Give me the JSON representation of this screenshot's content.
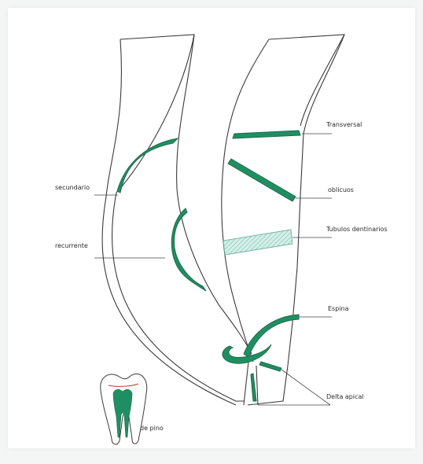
{
  "labels": {
    "transversal": "Transversal",
    "oblicuos": "oblicuos",
    "tubulos_dentinarios": "Tubulos dentinarios",
    "espina": "Espina",
    "delta_apical": "Delta apical",
    "secundario": "secundario",
    "recurrente": "recurrente",
    "tooth_caption": "de pino"
  },
  "colors": {
    "canal_fill": "#1f8f63",
    "line": "#3a3a3a",
    "hatch": "#bfe4da"
  }
}
